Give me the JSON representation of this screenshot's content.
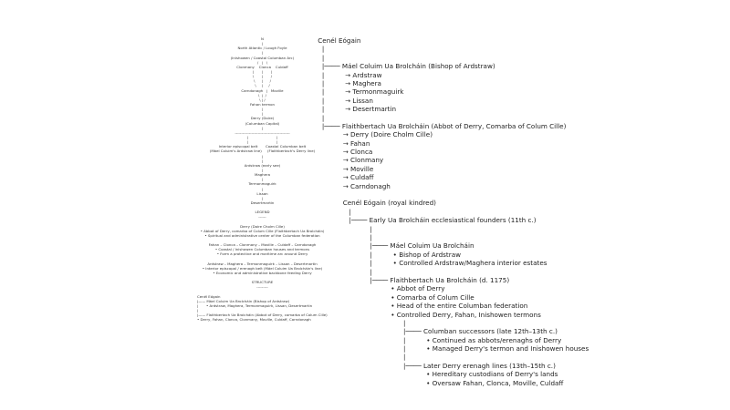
{
  "left_diagram": {
    "lines": [
      "N",
      "|",
      "North Atlantic / Lough Foyle",
      "|",
      "(Inishowen / Coastal Columban Arc)",
      "/   |   \\",
      "Clonmany    Clonca    Culdaff",
      "|       |       |",
      "\\       |       /",
      "\\      |      /",
      "\\     |     /",
      "Carndonagh   |   Moville",
      "\\  |  /",
      "\\ | /",
      "Fahan termon",
      "|",
      "|",
      "Derry (Doire)",
      "(Columban Capital)",
      "|",
      "-------------------------------------------",
      "|                         |",
      "|                         |",
      "Interior episcopal belt       Coastal Columban belt",
      "(Máel Coluim's Ardstraw line)     (Flaithbertach's Derry line)",
      "|",
      "|",
      "Ardstraw (early see)",
      "|",
      "Maghera",
      "|",
      "Termonmaguirk",
      "|",
      "Lissan",
      "|",
      "Desertmartin",
      "",
      "LEGEND",
      "------",
      "",
      "Derry (Doire Cholm Cille)",
      "• Abbot of Derry, comarba of Colum Cille (Flaithbertach Ua Brolcháin)",
      "• Spiritual and administrative center of the Columban federation",
      "",
      "Fahan – Clonca – Clonmany – Moville – Culdaff – Carndonagh",
      "• Coastal / Inishowen Columban houses and termons",
      "• Form a protective and maritime arc around Derry",
      "",
      "Ardstraw – Maghera – Termonmaguirk – Lissan – Desertmartin",
      "• Interior episcopal / erenagh belt (Máel Coluim Ua Brolcháin's line)",
      "• Economic and administrative backbone feeding Derry",
      "",
      "STRUCTURE",
      "---------",
      "",
      "Cenél Eógain",
      "|—— Máel Coluim Ua Brolcháin (Bishop of Ardstraw)",
      "|       • Ardstraw, Maghera, Termonmaguirk, Lissan, Desertmartin",
      "|",
      "|—— Flaithbertach Ua Brolcháin (Abbot of Derry, comarba of Colum Cille)",
      "• Derry, Fahan, Clonca, Clonmany, Moville, Culdaff, Carndonagh"
    ]
  },
  "right_tree": {
    "lines": [
      "        Cenél Eógain",
      "          |",
      "          |",
      "          |──── Máel Coluim Ua Brolcháin (Bishop of Ardstraw)",
      "          |          → Ardstraw",
      "          |          → Maghera",
      "          |          → Termonmaguirk",
      "          |          → Lissan",
      "          |          → Desertmartin",
      "          |",
      "          |──── Flaithbertach Ua Brolcháin (Abbot of Derry, Comarba of Colum Cille)",
      "                    → Derry (Doire Cholm Cille)",
      "                    → Fahan",
      "                    → Clonca",
      "                    → Clonmany",
      "                    → Moville",
      "                    → Culdaff",
      "                    → Carndonagh",
      "",
      "                    Cenél Eógain (royal kindred)",
      "                       |",
      "                       |──── Early Ua Brolcháin ecclesiastical founders (11th c.)",
      "                                 |",
      "                                 |",
      "                                 |──── Máel Coluim Ua Brolcháin",
      "                                 |          • Bishop of Ardstraw",
      "                                 |          • Controlled Ardstraw/Maghera interior estates",
      "                                 |",
      "                                 |──── Flaithbertach Ua Brolcháin (d. 1175)",
      "                                           • Abbot of Derry",
      "                                           • Comarba of Colum Cille",
      "                                           • Head of the entire Columban federation",
      "                                           • Controlled Derry, Fahan, Inishowen termons",
      "                                                 |",
      "                                                 |──── Columban successors (late 12th–13th c.)",
      "                                                 |          • Continued as abbots/erenaghs of Derry",
      "                                                 |          • Managed Derry's termon and Inishowen houses",
      "                                                 |",
      "                                                 |──── Later Derry erenagh lines (13th–15th c.)",
      "                                                            • Hereditary custodians of Derry's lands",
      "                                                            • Oversaw Fahan, Clonca, Moville, Culdaff"
    ]
  }
}
